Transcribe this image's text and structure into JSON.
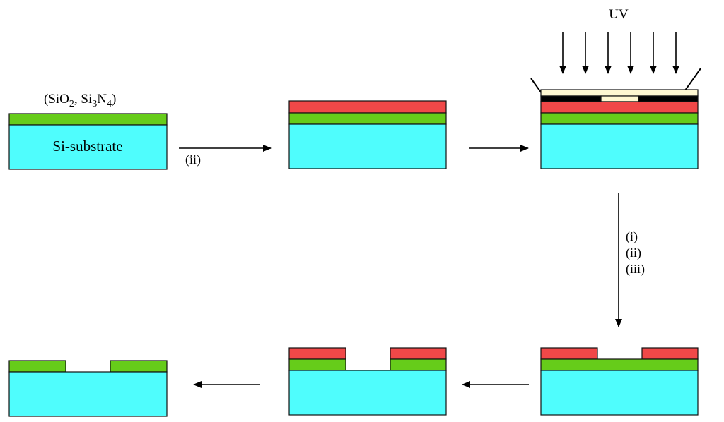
{
  "colors": {
    "substrate": "#4ffdfd",
    "oxide": "#66cc1a",
    "photoresist": "#f04848",
    "mask": "#000000",
    "mask_plate": "#fff8d2",
    "outline": "#111111"
  },
  "labels": {
    "film": "(SiO",
    "film_sub2": "2",
    "film_mid": ", Si",
    "film_sub3": "3",
    "film_n": "N",
    "film_sub4": "4",
    "film_close": ")",
    "substrate": "Si-substrate",
    "step_ii": "(ii)",
    "uv": "UV",
    "step_list": [
      "(i)",
      "(ii)",
      "(iii)"
    ]
  }
}
